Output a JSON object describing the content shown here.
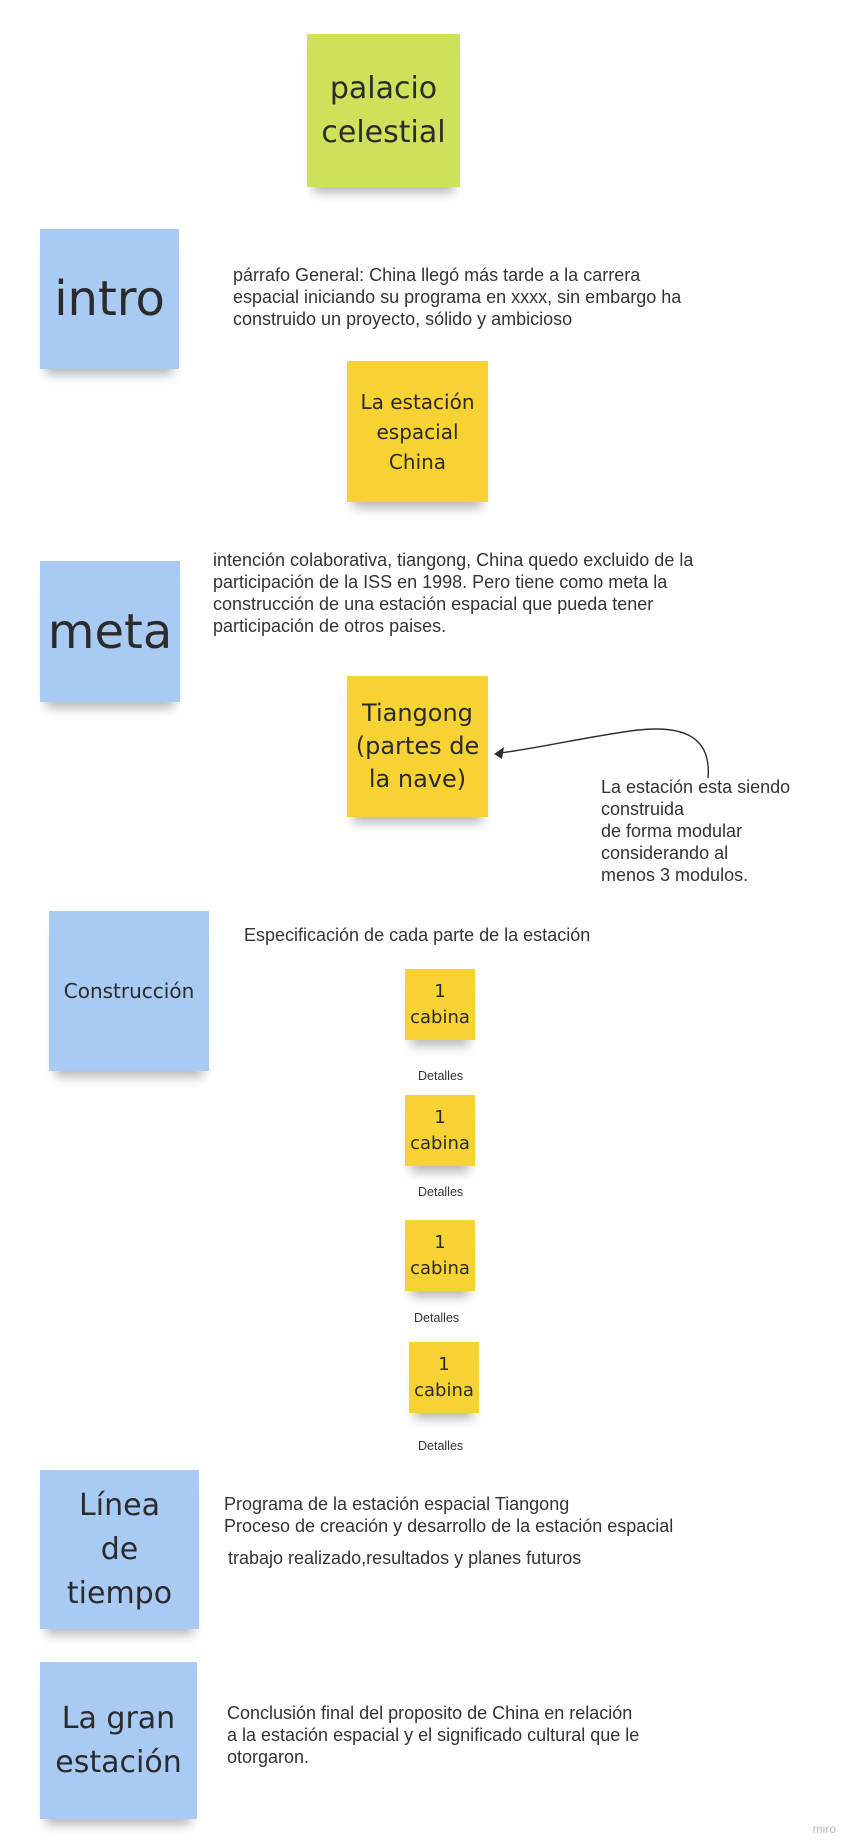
{
  "stickies": {
    "title": "palacio\ncelestial",
    "intro": "intro",
    "estacion_china": "La estación\nespacial\nChina",
    "meta": "meta",
    "tiangong": "Tiangong\n(partes de\nla nave)",
    "construccion": "Construcción",
    "cabina_1": "1\ncabina",
    "cabina_2": "1\ncabina",
    "cabina_3": "1\ncabina",
    "cabina_4": "1\ncabina",
    "linea_tiempo": "Línea\nde\ntiempo",
    "gran_estacion": "La gran\nestación"
  },
  "texts": {
    "parrafo_general": "párrafo General: China llegó más tarde a la carrera\nespacial iniciando su programa en xxxx, sin embargo ha\nconstruido un proyecto, sólido y ambicioso",
    "meta_desc": "intención colaborativa, tiangong, China quedo excluido de la\nparticipación de la ISS en 1998. Pero tiene como meta la\nconstrucción de una estación espacial que pueda tener\nparticipación de otros paises.",
    "modular_note": "La estación esta siendo\nconstruida\nde forma modular\nconsiderando al\nmenos 3 modulos.",
    "especificacion": "Especificación de cada parte de la estación",
    "detalles_1": "Detalles",
    "detalles_2": "Detalles",
    "detalles_3": "Detalles",
    "detalles_4": "Detalles",
    "programa": "Programa de la estación espacial Tiangong\nProceso de creación y desarrollo de la estación espacial",
    "trabajo": "trabajo realizado,resultados y planes futuros",
    "conclusion": "Conclusión final del proposito de China en relación\na la estación espacial y el significado cultural que le\notorgaron."
  },
  "watermark": "miro",
  "colors": {
    "green_sticky": "#cde15a",
    "blue_sticky": "#a9caf2",
    "yellow_sticky": "#f6d232",
    "text": "#333333"
  }
}
